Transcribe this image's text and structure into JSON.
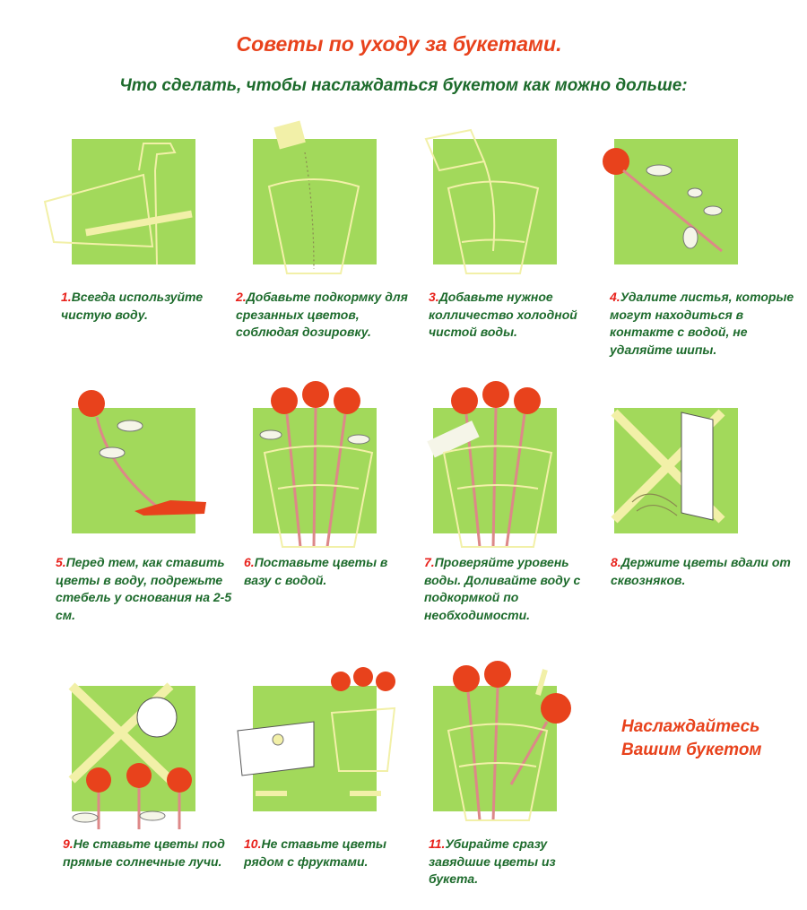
{
  "title": "Советы по уходу за букетами.",
  "subtitle": "Что сделать, чтобы наслаждаться букетом как можно дольше:",
  "colors": {
    "title": "#e8421c",
    "text": "#1d6b2c",
    "number": "#e8221c",
    "panel": "#a2d95b"
  },
  "tips": [
    {
      "num": "1.",
      "text": "Всегда используйте чистую воду."
    },
    {
      "num": "2.",
      "text": "Добавьте подкормку для срезанных цветов, соблюдая дозировку."
    },
    {
      "num": "3.",
      "text": "Добавьте нужное колличество холодной чистой воды."
    },
    {
      "num": "4.",
      "text": "Удалите листья, которые могут находиться в контакте с водой, не удаляйте шипы."
    },
    {
      "num": "5.",
      "text": "Перед тем, как ставить цветы в воду, подрежьте стебель у основания на 2-5 см."
    },
    {
      "num": "6.",
      "text": "Поставьте цветы в вазу с водой."
    },
    {
      "num": "7.",
      "text": "Проверяйте уровень воды. Доливайте воду с подкормкой по необходимости."
    },
    {
      "num": "8.",
      "text": "Держите цветы вдали от сквозняков."
    },
    {
      "num": "9.",
      "text": "Не ставьте цветы под прямые солнечные лучи."
    },
    {
      "num": "10.",
      "text": "Не ставьте цветы рядом с фруктами."
    },
    {
      "num": "11.",
      "text": "Убирайте сразу завядшие цветы из букета."
    }
  ],
  "closing": "Наслаждайтесь Вашим букетом"
}
